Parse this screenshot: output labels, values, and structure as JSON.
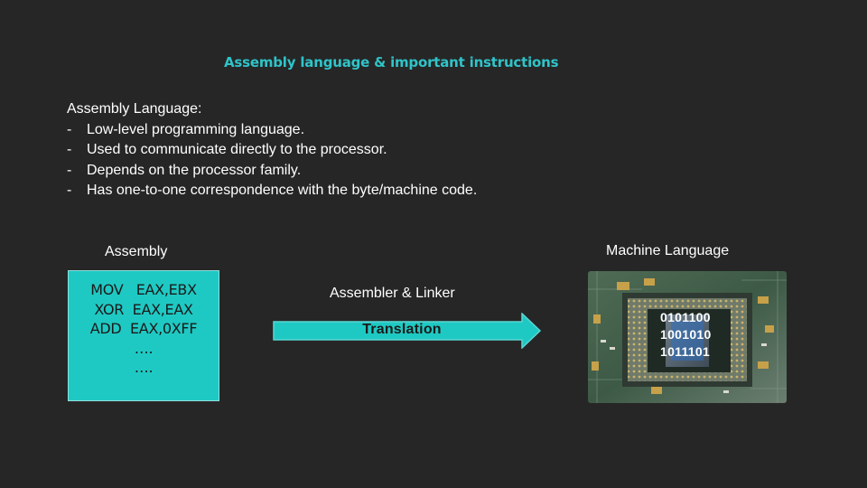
{
  "slide": {
    "title": "Assembly language & important instructions",
    "intro": {
      "heading": "Assembly Language:",
      "bullets": [
        "Low-level programming language.",
        "Used to communicate directly to the processor.",
        "Depends on the processor family.",
        "Has one-to-one correspondence with the byte/machine code."
      ],
      "bullet_marker": "-"
    },
    "assembly": {
      "label": "Assembly",
      "code_lines": [
        "MOV   EAX,EBX",
        "XOR  EAX,EAX",
        "ADD  EAX,0XFF",
        "….",
        "…."
      ]
    },
    "translation": {
      "label": "Assembler & Linker",
      "arrow_text": "Translation",
      "arrow_color": "#1fc9c3",
      "arrow_border": "#5ad6d2"
    },
    "machine": {
      "label": "Machine Language",
      "binary_lines": [
        "0101100",
        "1001010",
        "1011101"
      ]
    },
    "colors": {
      "background": "#262626",
      "title": "#2fc4c9",
      "code_box": "#1fc9c3"
    }
  }
}
